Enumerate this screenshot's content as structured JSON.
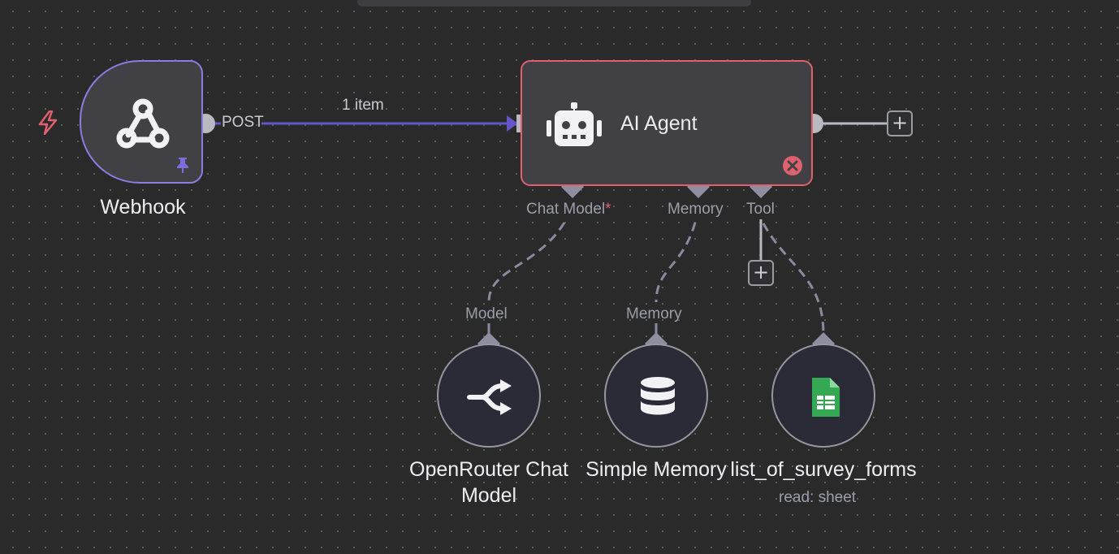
{
  "canvas": {
    "colors": {
      "background": "#2a2a2b",
      "main_connection": "#6355c7",
      "webhook_border": "#8b7ce0",
      "agent_border_error": "#e0616e",
      "dashed_connection": "#8a8a9e"
    }
  },
  "nodes": {
    "webhook": {
      "label": "Webhook",
      "icon": "webhook-icon",
      "trigger_icon": "lightning-bolt-icon",
      "pinned_icon": "pin-icon",
      "output_label": "POST"
    },
    "ai_agent": {
      "label": "AI Agent",
      "icon": "robot-icon",
      "status_icon": "error-x-icon",
      "inputs": {
        "chat_model": "Chat Model",
        "chat_model_required": "*",
        "memory": "Memory",
        "tool": "Tool"
      }
    },
    "openrouter": {
      "label_line1": "OpenRouter Chat",
      "label_line2": "Model",
      "port_label": "Model",
      "icon": "openrouter-icon"
    },
    "simple_memory": {
      "label": "Simple Memory",
      "port_label": "Memory",
      "icon": "database-icon"
    },
    "sheet_tool": {
      "label": "list_of_survey_forms",
      "subtitle": "read: sheet",
      "icon": "google-sheets-icon"
    }
  },
  "connections": {
    "webhook_to_agent_label": "1 item"
  },
  "buttons": {
    "add_after_agent": "+",
    "add_tool": "+"
  }
}
